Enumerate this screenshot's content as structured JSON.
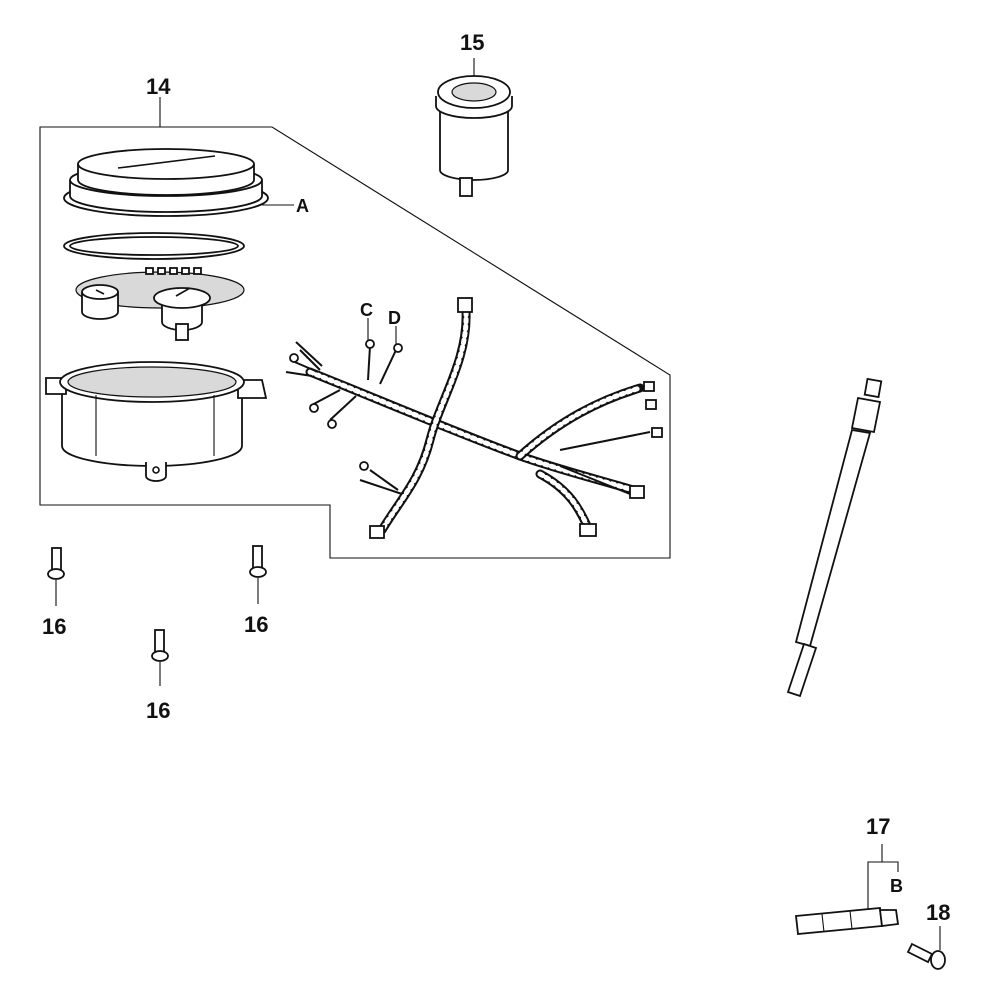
{
  "callouts": {
    "p14": "14",
    "p15": "15",
    "p16a": "16",
    "p16b": "16",
    "p16c": "16",
    "p17": "17",
    "p18": "18"
  },
  "letters": {
    "a": "A",
    "b": "B",
    "c": "C",
    "d": "D"
  }
}
